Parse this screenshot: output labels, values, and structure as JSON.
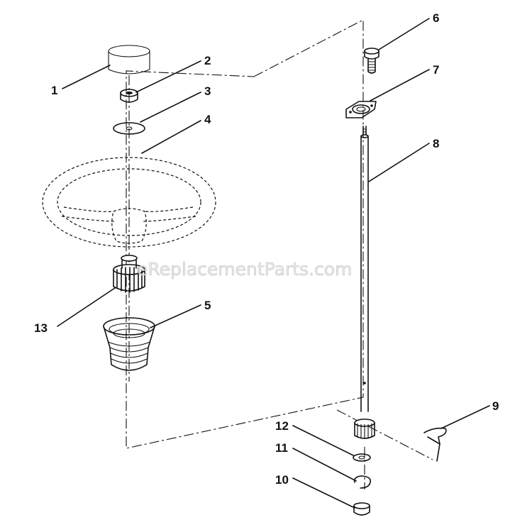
{
  "watermark": "eReplacementParts.com",
  "callouts": [
    {
      "number": "1"
    },
    {
      "number": "2"
    },
    {
      "number": "3"
    },
    {
      "number": "4"
    },
    {
      "number": "5"
    },
    {
      "number": "6"
    },
    {
      "number": "7"
    },
    {
      "number": "8"
    },
    {
      "number": "9"
    },
    {
      "number": "10"
    },
    {
      "number": "11"
    },
    {
      "number": "12"
    },
    {
      "number": "13"
    }
  ],
  "colors": {
    "ink": "#111111",
    "paper": "#ffffff",
    "watermark": "#b8b8b8"
  }
}
